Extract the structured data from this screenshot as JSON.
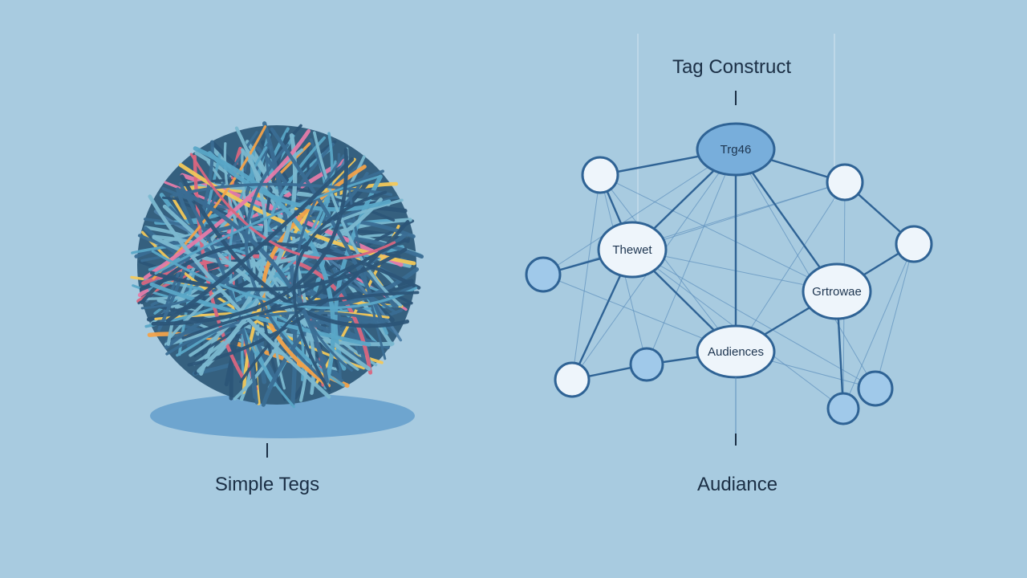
{
  "labels": {
    "left_caption": "Simple Tegs",
    "right_title": "Tag Construct",
    "right_caption": "Audiance"
  },
  "nodes": [
    {
      "id": "hub",
      "label": "Trg46",
      "fill": "#78aedb"
    },
    {
      "id": "interest",
      "label": "Thewet",
      "fill": "#eef5fb"
    },
    {
      "id": "behaviour",
      "label": "Grtrowae",
      "fill": "#eef5fb"
    },
    {
      "id": "audience",
      "label": "Audiences",
      "fill": "#eef5fb"
    },
    {
      "id": "c1",
      "label": "",
      "fill": "#eef5fb"
    },
    {
      "id": "c2",
      "label": "",
      "fill": "#eef5fb"
    },
    {
      "id": "c3",
      "label": "",
      "fill": "#a0c9ea"
    },
    {
      "id": "c4",
      "label": "",
      "fill": "#eef5fb"
    },
    {
      "id": "c5",
      "label": "",
      "fill": "#a0c9ea"
    },
    {
      "id": "c6",
      "label": "",
      "fill": "#eef5fb"
    },
    {
      "id": "c7",
      "label": "",
      "fill": "#a0c9ea"
    },
    {
      "id": "c8",
      "label": "",
      "fill": "#a0c9ea"
    },
    {
      "id": "c9",
      "label": "",
      "fill": "#a0c9ea"
    }
  ],
  "colors": {
    "background": "#a8cbe0",
    "node_stroke": "#2f6395",
    "edge": "#2f6395",
    "thin_edge": "#5e90bd",
    "shadow": "#6ea5cf",
    "yarn": [
      "#3a6d93",
      "#2c5578",
      "#5aa6c7",
      "#7bb8d0",
      "#e57ba9",
      "#f2a24a",
      "#f3c85a",
      "#d9667f",
      "#4d80a8"
    ]
  }
}
